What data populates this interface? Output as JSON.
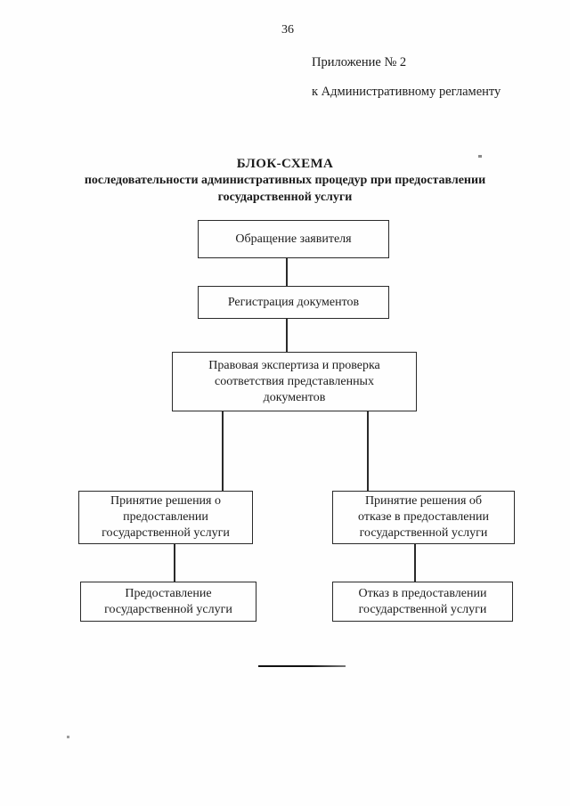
{
  "page": {
    "number": "36",
    "appendix": {
      "line1": "Приложение № 2",
      "line2": "к Административному регламенту"
    }
  },
  "title": {
    "heading": "БЛОК-СХЕМА",
    "subtitle": "последовательности административных процедур при предоставлении\nгосударственной услуги"
  },
  "flowchart": {
    "nodes": [
      {
        "id": "applicant-request",
        "label": "Обращение заявителя"
      },
      {
        "id": "doc-registration",
        "label": "Регистрация документов"
      },
      {
        "id": "legal-expertise",
        "label": "Правовая экспертиза и проверка\nсоответствия представленных\nдокументов"
      },
      {
        "id": "decision-grant",
        "label": "Принятие решения о\nпредоставлении\nгосударственной услуги"
      },
      {
        "id": "decision-refusal",
        "label": "Принятие решения об\nотказе в предоставлении\nгосударственной услуги"
      },
      {
        "id": "service-provision",
        "label": "Предоставление\nгосударственной услуги"
      },
      {
        "id": "service-refusal",
        "label": "Отказ в предоставлении\nгосударственной услуги"
      }
    ],
    "edges": [
      {
        "from": "applicant-request",
        "to": "doc-registration"
      },
      {
        "from": "doc-registration",
        "to": "legal-expertise"
      },
      {
        "from": "legal-expertise",
        "to": "decision-grant"
      },
      {
        "from": "legal-expertise",
        "to": "decision-refusal"
      },
      {
        "from": "decision-grant",
        "to": "service-provision"
      },
      {
        "from": "decision-refusal",
        "to": "service-refusal"
      }
    ]
  },
  "colors": {
    "paper": "#fefefe",
    "ink": "#1c1c1c",
    "box_border": "#2a2a2a"
  }
}
